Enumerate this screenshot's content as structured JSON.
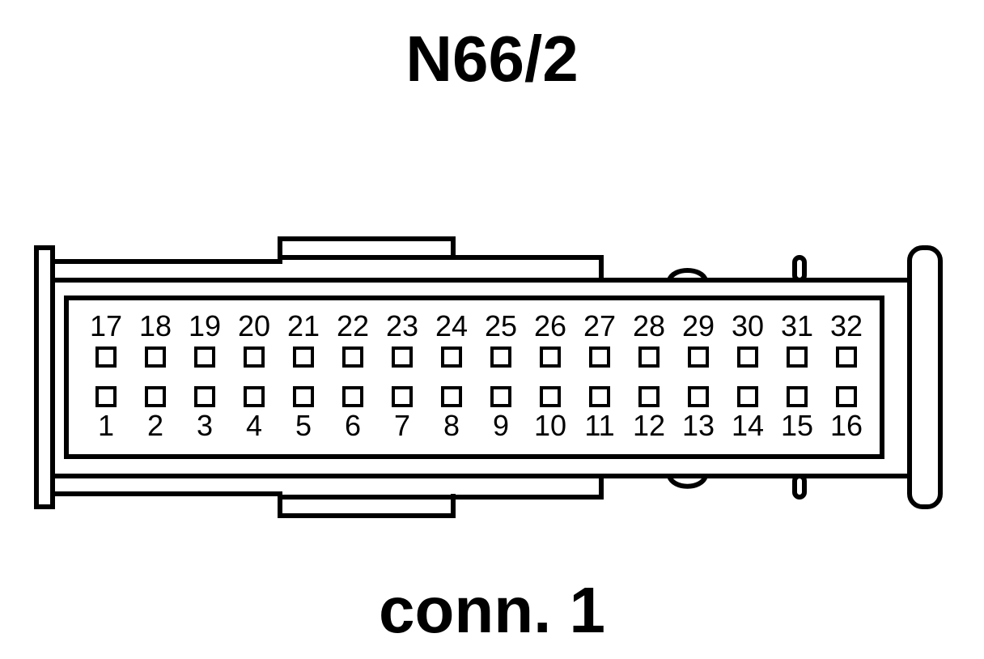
{
  "title": "N66/2",
  "caption": "conn. 1",
  "colors": {
    "ink": "#000000",
    "background": "#ffffff"
  },
  "pins": {
    "top_row": [
      "17",
      "18",
      "19",
      "20",
      "21",
      "22",
      "23",
      "24",
      "25",
      "26",
      "27",
      "28",
      "29",
      "30",
      "31",
      "32"
    ],
    "bottom_row": [
      "1",
      "2",
      "3",
      "4",
      "5",
      "6",
      "7",
      "8",
      "9",
      "10",
      "11",
      "12",
      "13",
      "14",
      "15",
      "16"
    ]
  }
}
